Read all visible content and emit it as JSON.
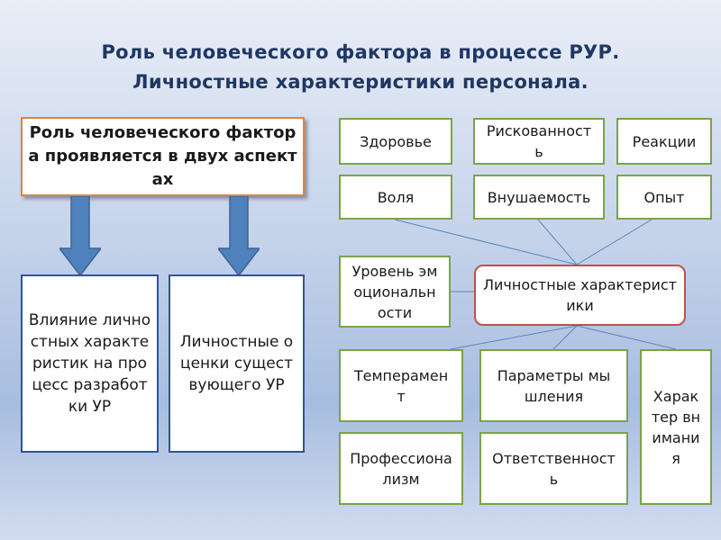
{
  "title": {
    "line1": "Роль человеческого фактора в процессе РУР.",
    "line2": "Личностные характеристики персонала."
  },
  "left": {
    "header": "Роль человеческого фактора проявляется в двух аспектах",
    "box1": "Влияние личностных характеристик на процесс разработки УР",
    "box2": "Личностные оценки существующего УР"
  },
  "right": {
    "center": "Личностные характеристики",
    "top_row": [
      "Здоровье",
      "Рискованность",
      "Реакции"
    ],
    "second_row": [
      "Воля",
      "Внушаемость",
      "Опыт"
    ],
    "emotional": "Уровень эмоциональности",
    "bottom_row1": [
      "Темперамент",
      "Параметры мышления"
    ],
    "bottom_row2": [
      "Профессионализм",
      "Ответственность"
    ],
    "character": "Характер внимания"
  },
  "colors": {
    "accent_title": "#1f3764",
    "header_border": "#e2823c",
    "green_border": "#7aa34a",
    "blue_border": "#2f5597",
    "center_border": "#c0504d",
    "arrow_fill": "#4f81bd"
  }
}
